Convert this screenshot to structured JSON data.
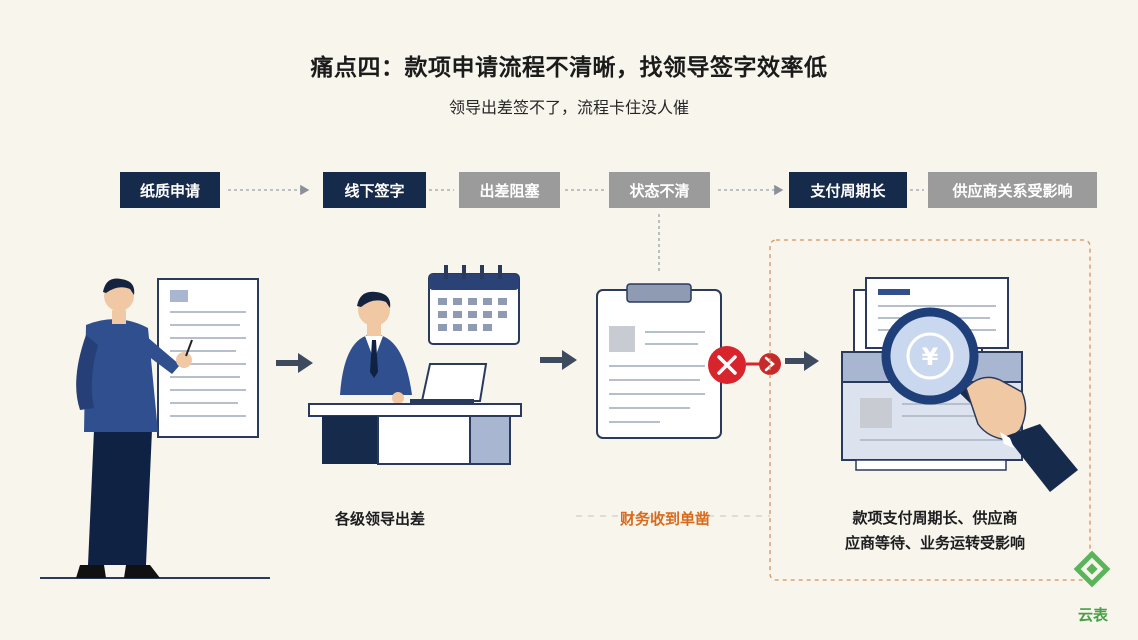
{
  "title": "痛点四：款项申请流程不清晰，找领导签字效率低",
  "subtitle": "领导出差签不了，流程卡住没人催",
  "steps": [
    {
      "label": "纸质申请",
      "state": "active"
    },
    {
      "label": "线下签字",
      "state": "active"
    },
    {
      "label": "出差阻塞",
      "state": "blocked"
    },
    {
      "label": "状态不清",
      "state": "blocked"
    },
    {
      "label": "支付周期长",
      "state": "active"
    },
    {
      "label": "供应商关系受影响",
      "state": "blocked"
    }
  ],
  "captions": {
    "leaders_travel": "各级领导出差",
    "finance_late": "财务收到单凿",
    "impact_line1": "款项支付周期长、供应商",
    "impact_line2": "应商等待、业务运转受影响"
  },
  "currency_symbol": "¥",
  "logo_text": "云表",
  "colors": {
    "navy": "#162a4c",
    "blue": "#2f4f8f",
    "gray_step": "#9b9b9b",
    "accent_orange": "#d96a1c",
    "error_red": "#d8242d",
    "logo_green": "#47a047",
    "background": "#f8f5ed"
  }
}
